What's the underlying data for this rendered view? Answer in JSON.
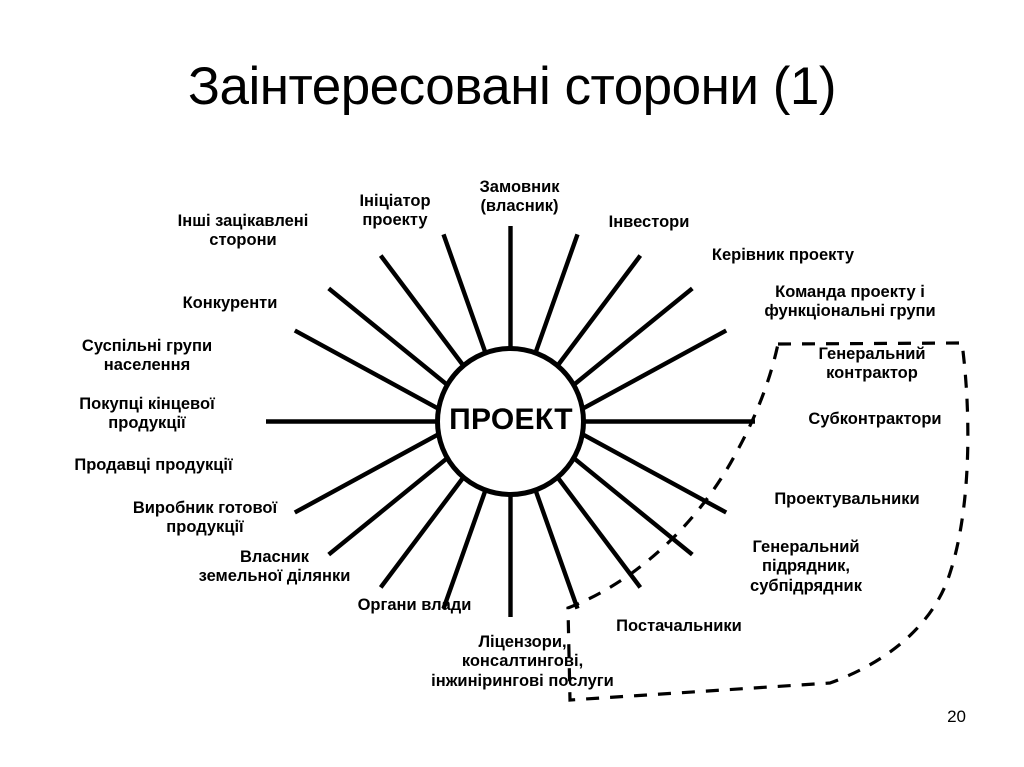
{
  "slide": {
    "title": "Заінтересовані сторони (1)",
    "page_number": "20",
    "center_node": "ПРОЕКТ",
    "line_color": "#000000",
    "text_color": "#000000",
    "background_color": "#ffffff"
  },
  "chart_data": {
    "type": "diagram",
    "subtype": "radial-hub-and-spoke",
    "title": "Заінтересовані сторони (1)",
    "center": "ПРОЕКТ",
    "spoke_count": 18,
    "nodes": [
      {
        "id": "initiator",
        "label": "Ініціатор\nпроекту",
        "angle_deg": -100
      },
      {
        "id": "customer",
        "label": "Замовник\n(власник)",
        "angle_deg": -90
      },
      {
        "id": "investors",
        "label": "Інвестори",
        "angle_deg": -70
      },
      {
        "id": "project-manager",
        "label": "Керівник проекту",
        "angle_deg": -50
      },
      {
        "id": "project-team",
        "label": "Команда проекту і\nфункціональні групи",
        "angle_deg": -30
      },
      {
        "id": "general-contractor",
        "label": "Генеральний\nконтрактор",
        "angle_deg": -10,
        "in_dashed_region": true
      },
      {
        "id": "subcontractors",
        "label": "Субконтрактори",
        "angle_deg": 0,
        "in_dashed_region": true
      },
      {
        "id": "designers",
        "label": "Проектувальники",
        "angle_deg": 30,
        "in_dashed_region": true
      },
      {
        "id": "general-builder",
        "label": "Генеральний\nпідрядник,\nсубпідрядник",
        "angle_deg": 50,
        "in_dashed_region": true
      },
      {
        "id": "suppliers",
        "label": "Постачальники",
        "angle_deg": 70,
        "in_dashed_region": true
      },
      {
        "id": "licensors",
        "label": "Ліцензори,\nконсалтингові,\nінжинірингові послуги",
        "angle_deg": 90
      },
      {
        "id": "authorities",
        "label": "Органи влади",
        "angle_deg": 110
      },
      {
        "id": "land-owner",
        "label": "Власник\nземельної ділянки",
        "angle_deg": 130
      },
      {
        "id": "producer",
        "label": "Виробник готової\nпродукції",
        "angle_deg": 150
      },
      {
        "id": "sellers",
        "label": "Продавці продукції",
        "angle_deg": 165
      },
      {
        "id": "end-buyers",
        "label": "Покупці кінцевої\nпродукції",
        "angle_deg": 180
      },
      {
        "id": "social-groups",
        "label": "Суспільні групи\nнаселення",
        "angle_deg": 195
      },
      {
        "id": "competitors",
        "label": "Конкуренти",
        "angle_deg": 215
      },
      {
        "id": "other-stakeholders",
        "label": "Інші зацікавлені\nсторони",
        "angle_deg": 235
      }
    ],
    "dashed_region": {
      "style": "dashed",
      "contains": [
        "Генеральний контрактор",
        "Субконтрактори",
        "Проектувальники",
        "Генеральний підрядник, субпідрядник",
        "Постачальники"
      ]
    }
  },
  "labels": {
    "other_stakeholders": "Інші зацікавлені\nсторони",
    "initiator": "Ініціатор\nпроекту",
    "customer_owner": "Замовник\n(власник)",
    "investors": "Інвестори",
    "project_manager": "Керівник проекту",
    "project_team": "Команда проекту і\nфункціональні групи",
    "competitors": "Конкуренти",
    "social_groups": "Суспільні групи\nнаселення",
    "end_product_buyers": "Покупці кінцевої\nпродукції",
    "product_sellers": "Продавці продукції",
    "finished_product_maker": "Виробник готової\nпродукції",
    "land_owner": "Власник\nземельної ділянки",
    "authorities": "Органи влади",
    "licensors": "Ліцензори,\nконсалтингові,\nінжинірингові послуги",
    "general_contractor": "Генеральний\nконтрактор",
    "subcontractors": "Субконтрактори",
    "designers": "Проектувальники",
    "general_builder": "Генеральний\nпідрядник,\nсубпідрядник",
    "suppliers": "Постачальники"
  }
}
